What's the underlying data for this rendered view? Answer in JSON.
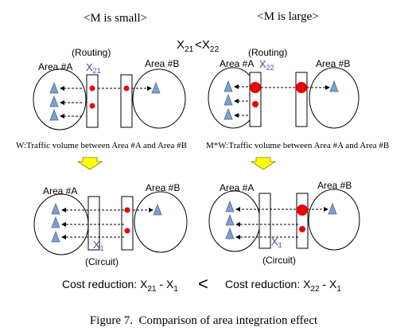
{
  "headers": {
    "left": "<M is small>",
    "right": "<M is large>"
  },
  "inequality": {
    "a": "X",
    "a_sub": "21",
    "op": "<",
    "b": "X",
    "b_sub": "22"
  },
  "top_left": {
    "area_a": "Area #A",
    "area_b": "Area #B",
    "routing": "(Routing)",
    "x_label": "X",
    "x_sub": "21",
    "caption": "W:Traffic volume between Area #A and Area #B"
  },
  "top_right": {
    "area_a": "Area #A",
    "area_b": "Area #B",
    "routing": "(Routing)",
    "x_label": "X",
    "x_sub": "22",
    "caption": "M*W:Traffic volume between Area #A and Area #B"
  },
  "bottom_left": {
    "area_a": "Area #A",
    "area_b": "Area #B",
    "circuit": "(Circuit)",
    "x_label": "X",
    "x_sub": "1"
  },
  "bottom_right": {
    "area_a": "Area #A",
    "area_b": "Area #B",
    "circuit": "(Circuit)",
    "x_label": "X",
    "x_sub": "1"
  },
  "cost": {
    "left_prefix": "Cost reduction: ",
    "left_a": "X",
    "left_a_sub": "21",
    "left_b": "X",
    "left_b_sub": "1",
    "op": "<",
    "right_prefix": "Cost reduction: ",
    "right_a": "X",
    "right_a_sub": "22",
    "right_b": "X",
    "right_b_sub": "1"
  },
  "figure_caption": "Figure 7.  Comparison of area integration effect",
  "colors": {
    "triangle": "#7f9fcf",
    "dot": "#ee0000",
    "arrow": "#ffff00",
    "x_label": "#4a4ab0"
  }
}
